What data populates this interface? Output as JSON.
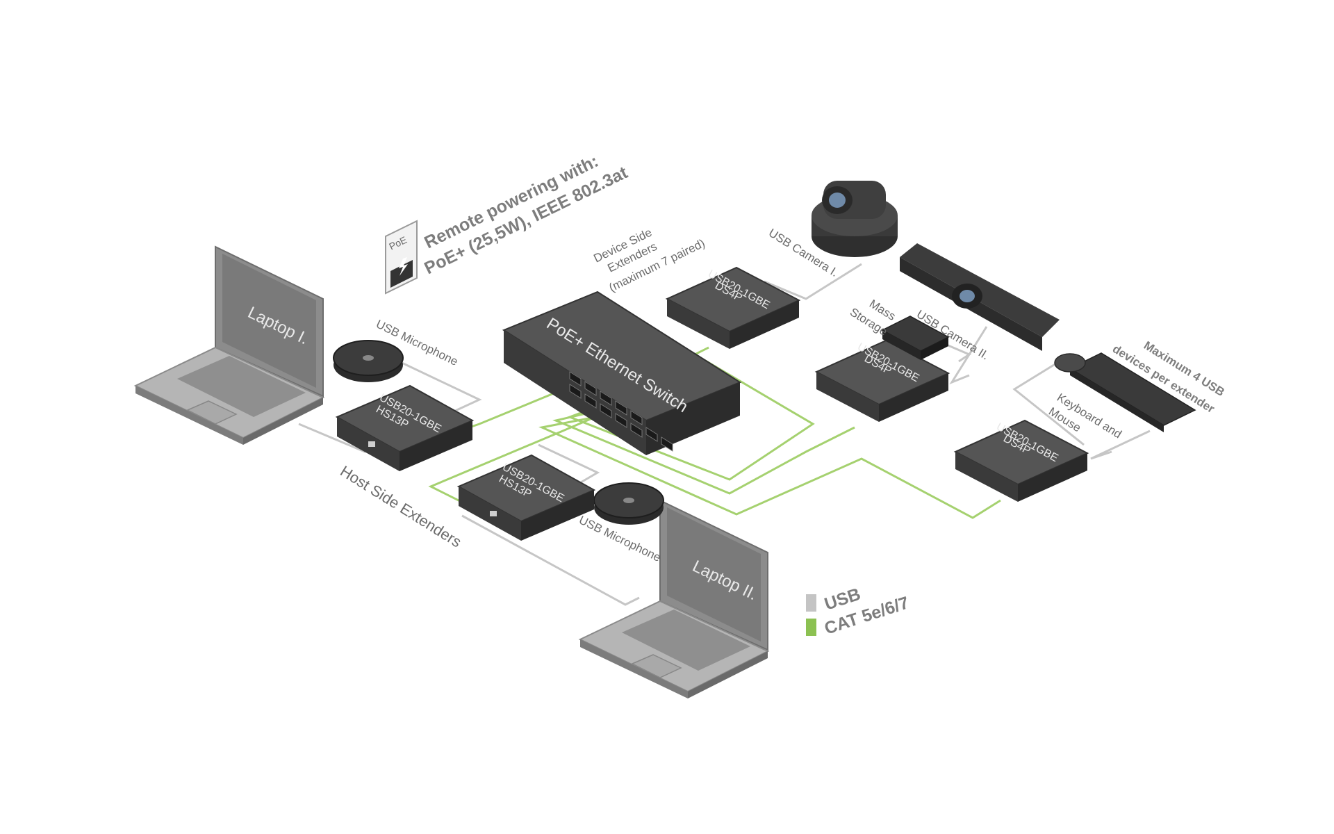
{
  "poe": {
    "badge": "PoE",
    "line1": "Remote powering with:",
    "line2": "PoE+ (25,5W), IEEE 802.3at"
  },
  "laptops": [
    {
      "label": "Laptop I."
    },
    {
      "label": "Laptop II."
    }
  ],
  "switch": {
    "label": "PoE+ Ethernet Switch"
  },
  "host_extenders": [
    {
      "line1": "USB20-1GBE",
      "line2": "HS13P"
    },
    {
      "line1": "USB20-1GBE",
      "line2": "HS13P"
    }
  ],
  "device_extenders": [
    {
      "line1": "USB20-1GBE",
      "line2": "DS4P"
    },
    {
      "line1": "USB20-1GBE",
      "line2": "DS4P"
    },
    {
      "line1": "USB20-1GBE",
      "line2": "DS4P"
    }
  ],
  "labels": {
    "usb_microphone_1": "USB Microphone",
    "usb_microphone_2": "USB Microphone",
    "host_side": "Host Side Extenders",
    "device_side_1": "Device Side",
    "device_side_2": "Extenders",
    "device_side_3": "(maximum 7 paired)",
    "usb_camera_1": "USB Camera I.",
    "usb_camera_2": "USB Camera II.",
    "mass_storage_1": "Mass",
    "mass_storage_2": "Storage",
    "keyboard_mouse_1": "Keyboard and",
    "keyboard_mouse_2": "Mouse",
    "max_usb_1": "Maximum 4 USB",
    "max_usb_2": "devices per extender"
  },
  "legend": [
    {
      "label": "USB",
      "color": "#c4c4c4"
    },
    {
      "label": "CAT 5e/6/7",
      "color": "#8cc152"
    }
  ],
  "colors": {
    "usb_cable": "#c4c4c4",
    "cat_cable": "#9ccc65",
    "device_body": "#4a4a4a",
    "device_dark": "#2f2f2f",
    "laptop_body": "#9a9a9a"
  }
}
